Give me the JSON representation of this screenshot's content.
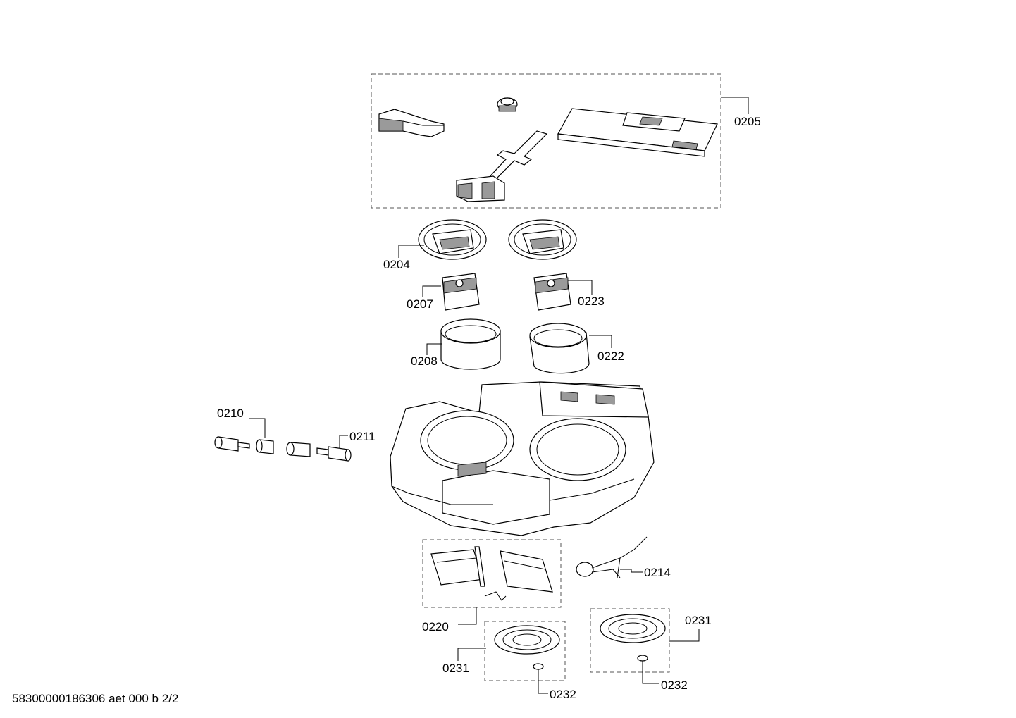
{
  "footer": "58300000186306 aet 000 b 2/2",
  "labels": {
    "p0205": "0205",
    "p0204": "0204",
    "p0207": "0207",
    "p0223": "0223",
    "p0208": "0208",
    "p0222": "0222",
    "p0210": "0210",
    "p0211": "0211",
    "p0214": "0214",
    "p0220": "0220",
    "p0231a": "0231",
    "p0231b": "0231",
    "p0232a": "0232",
    "p0232b": "0232"
  }
}
